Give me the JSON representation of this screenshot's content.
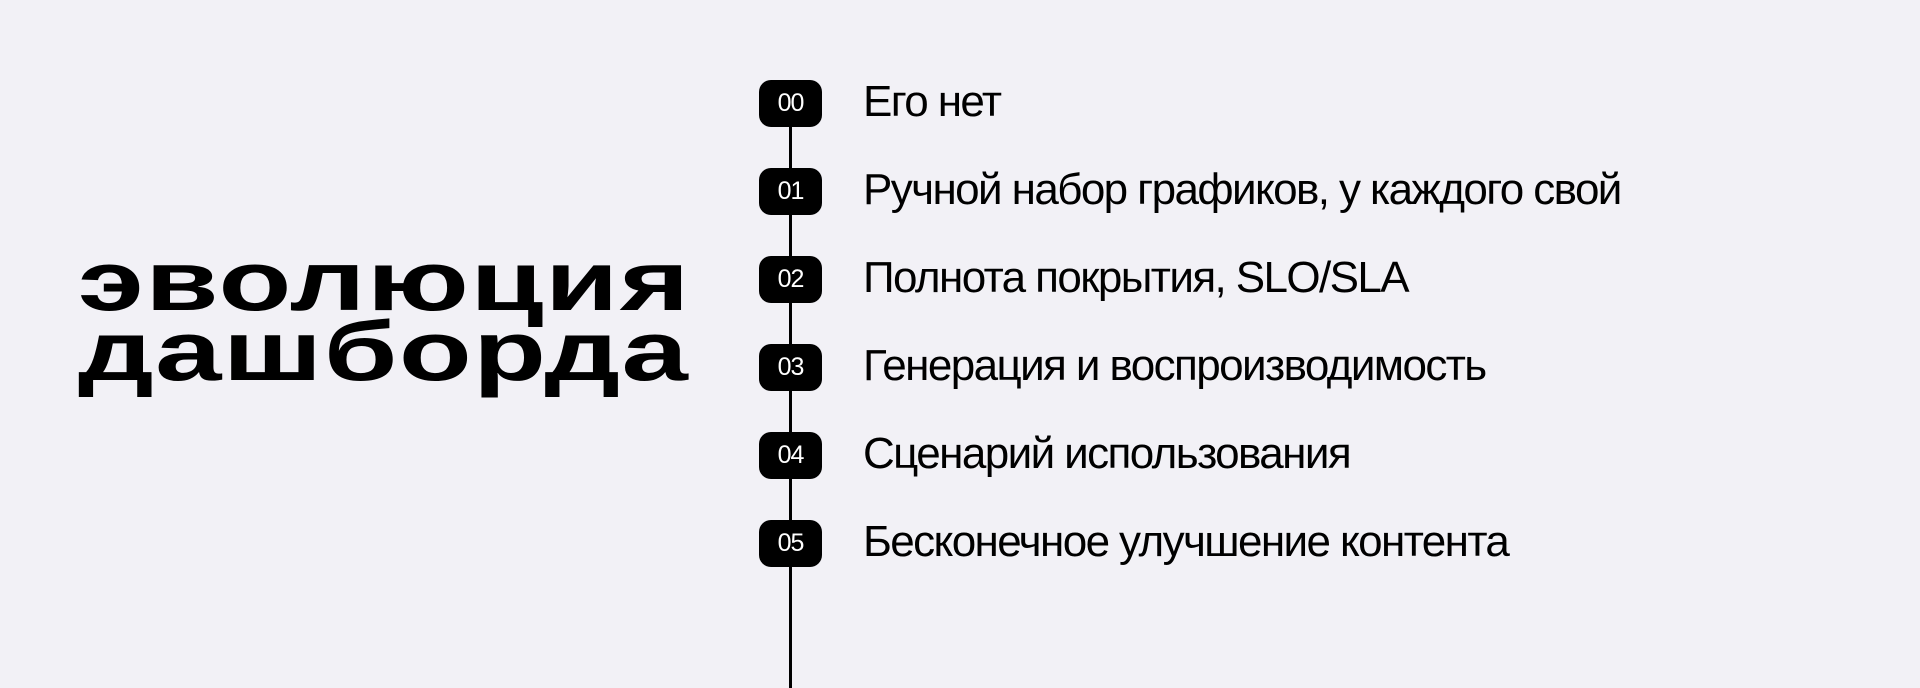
{
  "title": {
    "line1": "эволюция",
    "line2": "дашборда"
  },
  "timeline": {
    "line_color": "#000000",
    "steps": [
      {
        "number": "00",
        "label": "Его нет"
      },
      {
        "number": "01",
        "label": "Ручной набор графиков, у каждого свой"
      },
      {
        "number": "02",
        "label": "Полнота покрытия, SLO/SLA"
      },
      {
        "number": "03",
        "label": "Генерация и воспроизводимость"
      },
      {
        "number": "04",
        "label": "Сценарий использования"
      },
      {
        "number": "05",
        "label": "Бесконечное улучшение контента"
      }
    ]
  },
  "colors": {
    "background": "#f2f1f6",
    "text": "#000000",
    "badge_bg": "#000000",
    "badge_text": "#ffffff"
  }
}
